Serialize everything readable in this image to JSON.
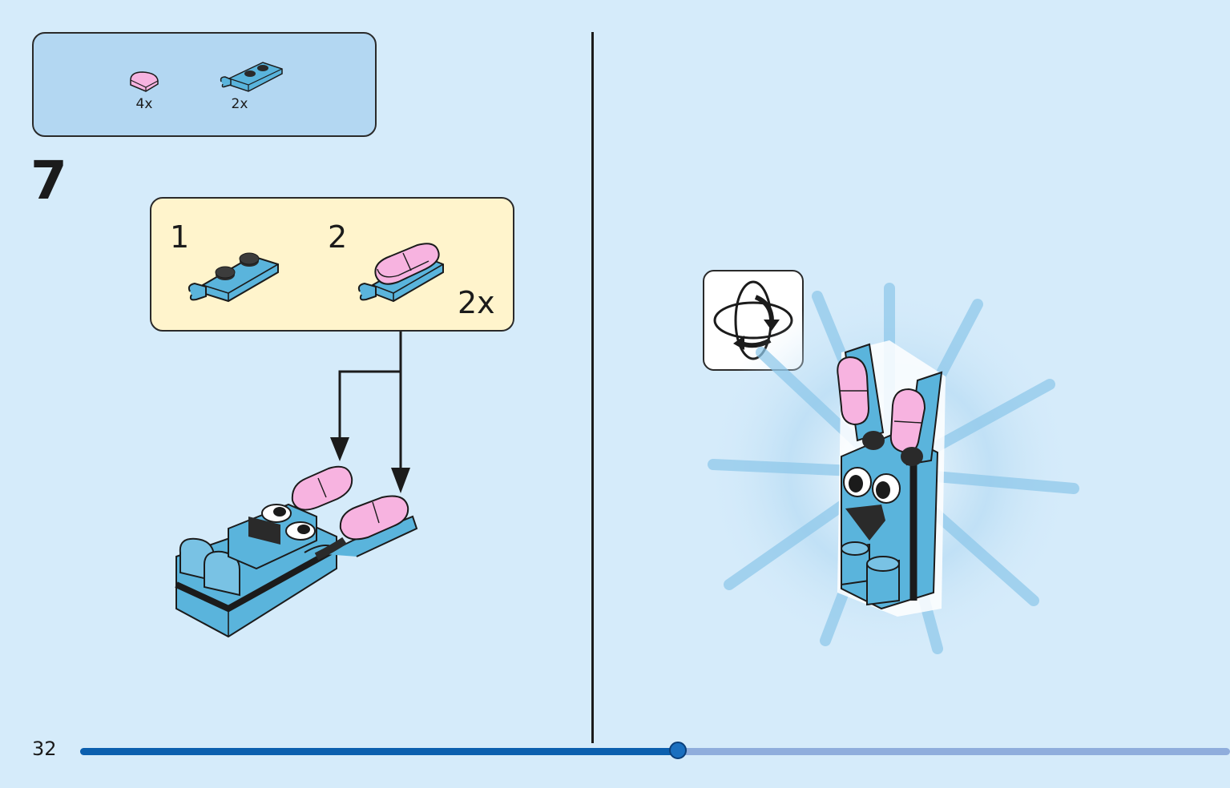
{
  "page": {
    "number": "32",
    "background": "#d5ebfa"
  },
  "parts_list": {
    "items": [
      {
        "name": "pink-rounded-tile",
        "color": "#f7b3e0",
        "quantity": "4x"
      },
      {
        "name": "blue-plate-with-clip",
        "color": "#5ab4dc",
        "quantity": "2x"
      }
    ]
  },
  "step": {
    "number": "7",
    "callout": {
      "sub_steps": [
        {
          "number": "1"
        },
        {
          "number": "2"
        }
      ],
      "multiplier": "2x"
    }
  },
  "result": {
    "icon": "rotate-model-icon"
  },
  "progress": {
    "fraction": 0.52
  },
  "colors": {
    "brick_blue": "#5ab4dc",
    "brick_pink": "#f7b3e0",
    "outline": "#1b1b1b",
    "progress_done": "#0b5fae",
    "progress_remaining": "#8faddc"
  }
}
